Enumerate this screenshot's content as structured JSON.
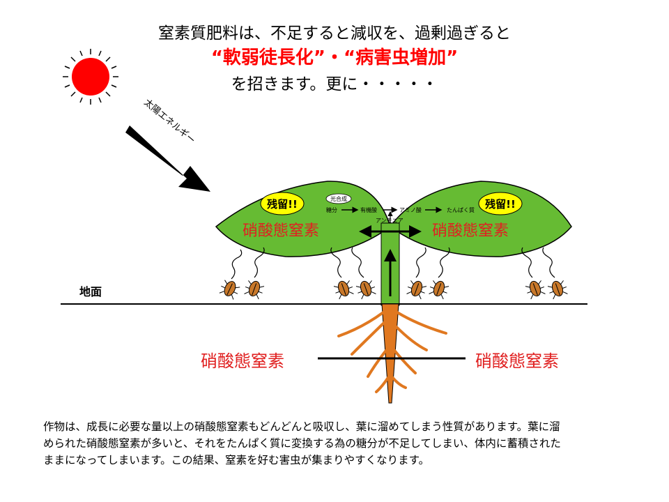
{
  "heading": {
    "line1": "窒素質肥料は、不足すると減収を、過剰過ぎると",
    "line2": "“軟弱徒長化”・“病害虫増加”",
    "line3": "を招きます。更に・・・・・"
  },
  "diagram": {
    "sun_arrow_label": "太陽エネルギー",
    "ground_label": "地面",
    "leaf_left": {
      "badge": "残留!!",
      "nitrate": "硝酸態窒素"
    },
    "leaf_right": {
      "badge": "残留!!",
      "nitrate": "硝酸態窒素"
    },
    "pathway": {
      "photosynthesis": "光合成",
      "sugar": "糖分",
      "organic_acid": "有機酸",
      "amino_acid": "アミノ酸",
      "protein": "たんぱく質",
      "ammonia": "アンモニア"
    },
    "soil_left": "硝酸態窒素",
    "soil_right": "硝酸態窒素"
  },
  "body_text": {
    "line1": "作物は、成長に必要な量以上の硝酸態窒素もどんどんと吸収し、葉に溜めてしまう性質があります。葉に溜",
    "line2": "められた硝酸態窒素が多いと、それをたんぱく質に変換する為の糖分が不足してしまい、体内に蓄積された",
    "line3": "ままになってしまいます。この結果、窒素を好む害虫が集まりやすくなります。"
  },
  "colors": {
    "sun": "#ff0000",
    "leaf": "#66bb33",
    "root": "#e07820",
    "nitrate_text": "#e02020",
    "badge": "#ffff00",
    "insect": "#c8782a"
  }
}
